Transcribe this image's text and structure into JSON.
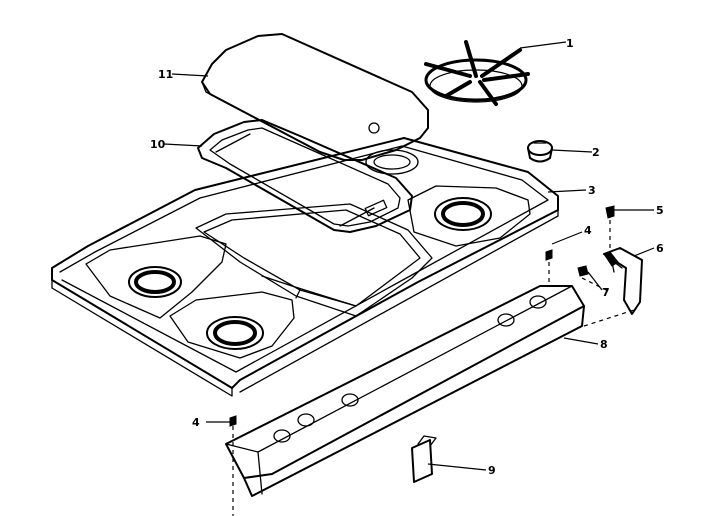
{
  "callouts": {
    "c1": "1",
    "c2": "2",
    "c3": "3",
    "c4a": "4",
    "c4b": "4",
    "c5": "5",
    "c6": "6",
    "c7": "7",
    "c8": "8",
    "c9": "9",
    "c10": "10",
    "c11": "11"
  }
}
